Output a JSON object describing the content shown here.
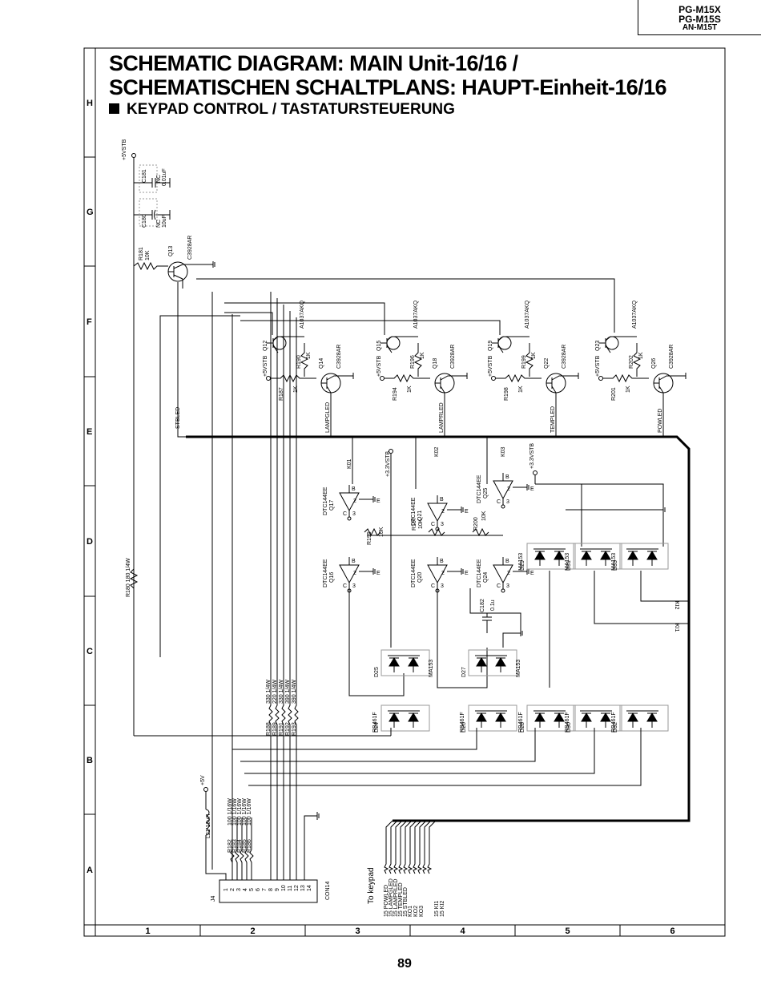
{
  "header": {
    "models": [
      "PG-M15X",
      "PG-M15S",
      "AN-M15T"
    ]
  },
  "title": {
    "line1": "SCHEMATIC DIAGRAM: MAIN Unit-16/16 /",
    "line2": "SCHEMATISCHEN SCHALTPLANS: HAUPT-Einheit-16/16"
  },
  "subtitle": "KEYPAD CONTROL / TASTATURSTEUERUNG",
  "page_number": "89",
  "grid": {
    "rows": [
      "H",
      "G",
      "F",
      "E",
      "D",
      "C",
      "B",
      "A"
    ],
    "cols": [
      "1",
      "2",
      "3",
      "4",
      "5",
      "6"
    ]
  },
  "rails": {
    "v5stb": "+5VSTB",
    "v33stb": "+3.3VSTB",
    "v5": "+5V"
  },
  "power": {
    "c181": [
      "C181",
      "NC",
      "0.01uF"
    ],
    "c180": [
      "C180",
      "NC",
      "10uF"
    ],
    "r181": [
      "R181",
      "10K"
    ],
    "q13": [
      "Q13",
      "C3928AR"
    ],
    "r180": "R180  180 1/4W",
    "l21": "L21 10uH"
  },
  "led_drivers": [
    {
      "pnp": "Q12",
      "pnp_type": "A1037AKQ",
      "rb": "R190",
      "rb_val": "1K",
      "r": "R187",
      "r_val": "1K",
      "npn": "Q14",
      "npn_type": "C3928AR",
      "net": "LAMPGLED"
    },
    {
      "pnp": "Q15",
      "pnp_type": "A1037AKQ",
      "rb": "R196",
      "rb_val": "1K",
      "r": "R194",
      "r_val": "1K",
      "npn": "Q18",
      "npn_type": "C3928AR",
      "net": "LAMPRLED"
    },
    {
      "pnp": "Q19",
      "pnp_type": "A1037AKQ",
      "rb": "R199",
      "rb_val": "1K",
      "r": "R198",
      "r_val": "1K",
      "npn": "Q22",
      "npn_type": "C3928AR",
      "net": "TEMPLED"
    },
    {
      "pnp": "Q23",
      "pnp_type": "A1037AKQ",
      "rb": "R202",
      "rb_val": "1K",
      "r": "R201",
      "r_val": "1K",
      "npn": "Q26",
      "npn_type": "C3928AR",
      "net": "POWLED"
    }
  ],
  "stbled": "STBLED",
  "key_transistors": [
    {
      "ref": "Q17",
      "type": "DTC144EE"
    },
    {
      "ref": "Q16",
      "type": "DTC144EE"
    },
    {
      "ref": "Q21",
      "type": "DTC144EE"
    },
    {
      "ref": "Q20",
      "type": "DTC144EE"
    },
    {
      "ref": "Q25",
      "type": "DTC144EE"
    },
    {
      "ref": "Q24",
      "type": "DTC144EE"
    }
  ],
  "pin_labels": {
    "b": "B",
    "c": "C",
    "e": "E",
    "p1": "1",
    "p2": "2",
    "p3": "3"
  },
  "key_nets": {
    "k01": "K01",
    "k02": "K02",
    "k03": "K03",
    "ki1": "KI1",
    "ki2": "KI2"
  },
  "key_resistors": [
    {
      "ref": "R195",
      "val": "10K"
    },
    {
      "ref": "R197",
      "val": "10K"
    },
    {
      "ref": "R200",
      "val": "10K"
    }
  ],
  "c182": [
    "C182",
    "0.1u"
  ],
  "diodes_ma153": [
    {
      "ref": "D25",
      "type": "MA153"
    },
    {
      "ref": "D27",
      "type": "MA153"
    },
    {
      "ref": "D29",
      "type": "MA153"
    },
    {
      "ref": "D31",
      "type": "MA153"
    },
    {
      "ref": "D33",
      "type": "MA153"
    }
  ],
  "diodes_rb461f": [
    {
      "ref": "D24",
      "type": "RB461F"
    },
    {
      "ref": "D26",
      "type": "RB461F"
    },
    {
      "ref": "D28",
      "type": "RB461F"
    },
    {
      "ref": "D30",
      "type": "RB461F"
    },
    {
      "ref": "D32",
      "type": "RB461F"
    }
  ],
  "series_resistors": [
    {
      "ref": "R188",
      "val": "330 1/4W"
    },
    {
      "ref": "R189",
      "val": "220 1/4W"
    },
    {
      "ref": "R191",
      "val": "330 1/4W"
    },
    {
      "ref": "R192",
      "val": "390 1/4W"
    },
    {
      "ref": "R193",
      "val": "390 1/4W"
    }
  ],
  "filter_resistors": [
    {
      "ref": "R182",
      "val": "100 1/16W"
    },
    {
      "ref": "R183",
      "val": "100 1/16W"
    },
    {
      "ref": "R184",
      "val": "100 1/16W"
    },
    {
      "ref": "R185",
      "val": "100 1/16W"
    },
    {
      "ref": "R186",
      "val": "100 1/16W"
    }
  ],
  "connector": {
    "ref": "J4",
    "name": "CON14",
    "pins": [
      "1",
      "2",
      "3",
      "4",
      "5",
      "6",
      "7",
      "8",
      "9",
      "10",
      "11",
      "12",
      "13",
      "14"
    ]
  },
  "keypad": {
    "title": "To keypad",
    "signals": [
      "15 POWLED",
      "15 LAMPGLED",
      "15 LAMPRLED",
      "15 TEMPLED",
      "15 STBLED",
      "KO1",
      "KO2",
      "KO3",
      "15 KI1",
      "15 KI2"
    ]
  }
}
